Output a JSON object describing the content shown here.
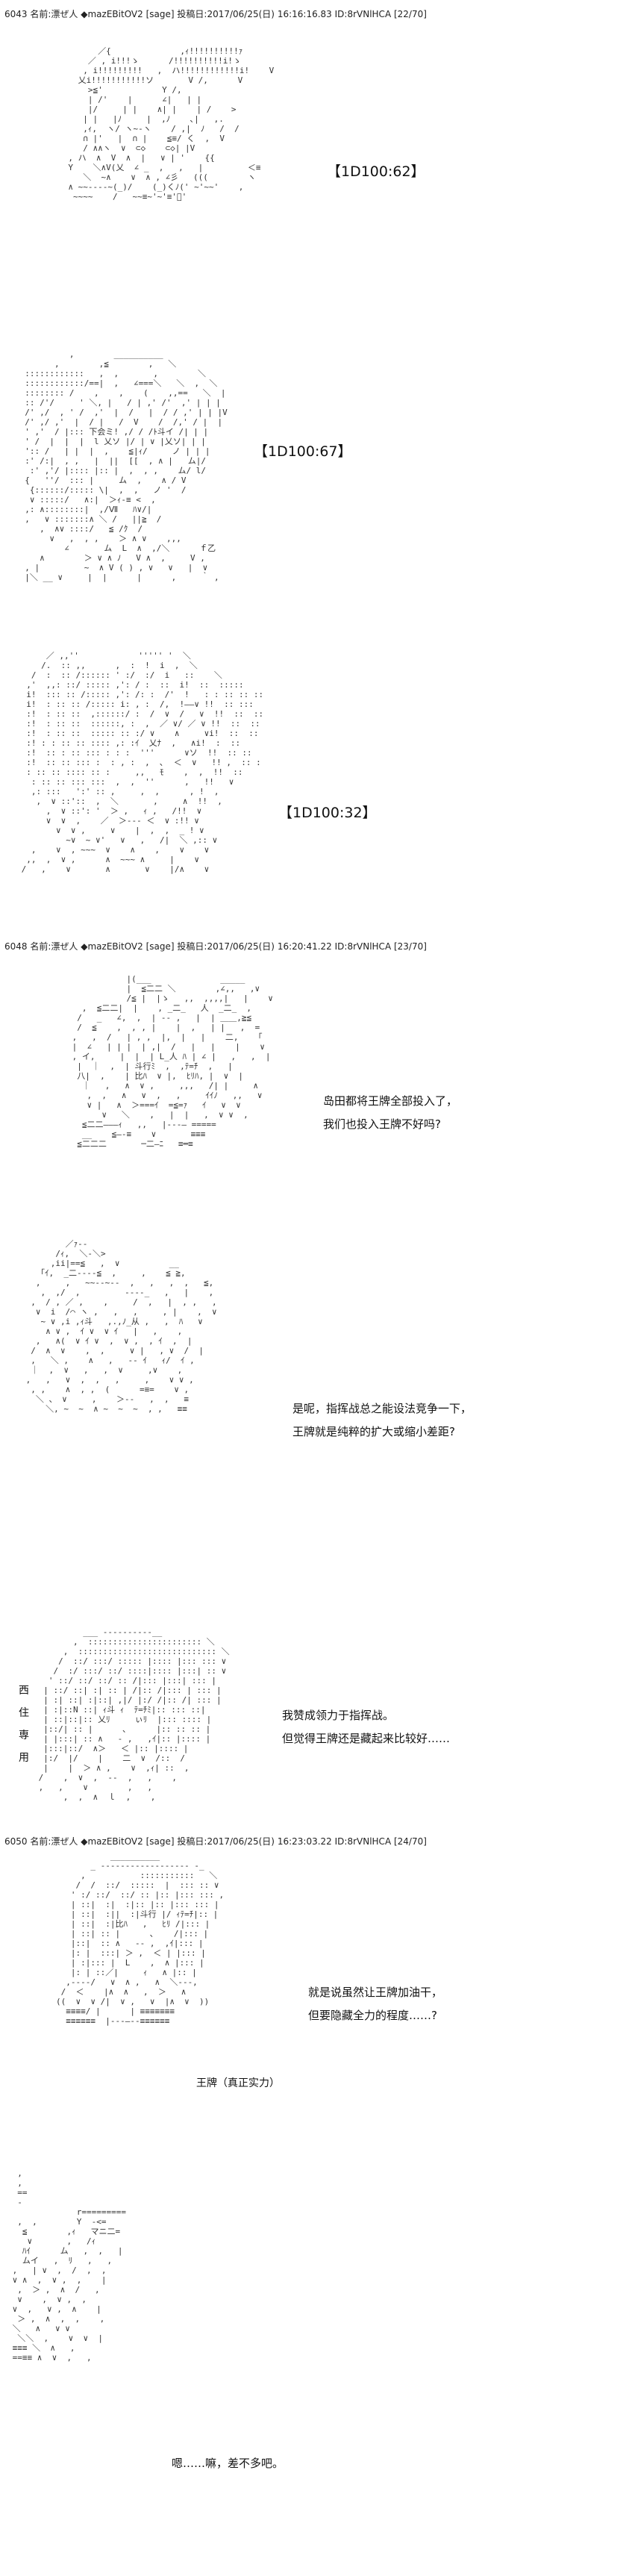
{
  "posts": [
    {
      "number": "6043",
      "name_label": "名前:",
      "author": "漂ぜ人",
      "trip": "◆mazEBitOV2",
      "sage": "[sage]",
      "date_label": "投稿日:",
      "date": "2017/06/25(日)",
      "time": "16:16:16.83",
      "id": "ID:8rVNlHCA",
      "counter": "[22/70]"
    },
    {
      "number": "6048",
      "name_label": "名前:",
      "author": "漂ぜ人",
      "trip": "◆mazEBitOV2",
      "sage": "[sage]",
      "date_label": "投稿日:",
      "date": "2017/06/25(日)",
      "time": "16:20:41.22",
      "id": "ID:8rVNlHCA",
      "counter": "[23/70]"
    },
    {
      "number": "6050",
      "name_label": "名前:",
      "author": "漂ぜ人",
      "trip": "◆mazEBitOV2",
      "sage": "[sage]",
      "date_label": "投稿日:",
      "date": "2017/06/25(日)",
      "time": "16:23:03.22",
      "id": "ID:8rVNlHCA",
      "counter": "[24/70]"
    }
  ],
  "dice": {
    "roll_1": "【1D100:62】",
    "roll_2": "【1D100:67】",
    "roll_3": "【1D100:32】"
  },
  "dialogue": {
    "panel_1": [
      "岛田都将王牌全部投入了，",
      "我们也投入王牌不好吗?"
    ],
    "panel_2": [
      "是呢，指挥战总之能设法竞争一下，",
      "王牌就是纯粹的扩大或缩小差距?"
    ],
    "panel_3": [
      "我赞成领力于指挥战。",
      "但觉得王牌还是藏起来比较好……"
    ],
    "panel_4": [
      "就是说虽然让王牌加油干，",
      "但要隐藏全力的程度……?"
    ],
    "panel_5": [
      "嗯……嘛，差不多吧。"
    ]
  },
  "captions": {
    "vertical": [
      "西",
      "住",
      "専",
      "用"
    ],
    "ace_label": "王牌（真正实力）"
  }
}
